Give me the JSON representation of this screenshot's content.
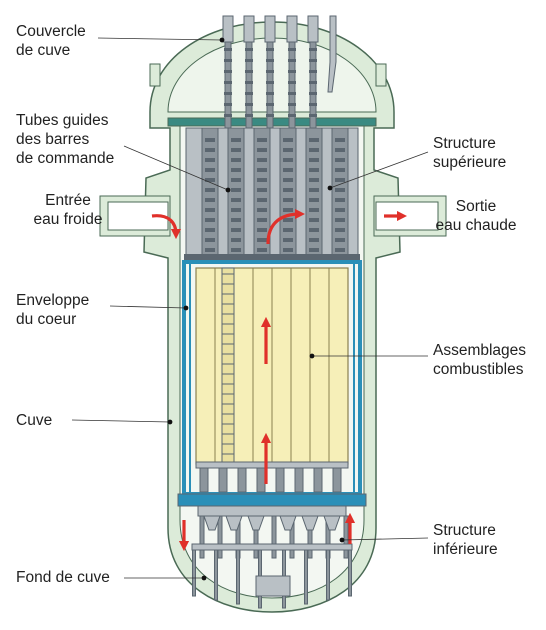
{
  "labels": {
    "couvercle": [
      "Couvercle",
      "de cuve"
    ],
    "tubes": [
      "Tubes guides",
      "des barres",
      "de commande"
    ],
    "entree": [
      "Entrée",
      "eau froide"
    ],
    "enveloppe": [
      "Enveloppe",
      "du coeur"
    ],
    "cuve": [
      "Cuve"
    ],
    "fond": [
      "Fond de cuve"
    ],
    "structure_sup": [
      "Structure",
      "supérieure"
    ],
    "sortie": [
      "Sortie",
      "eau chaude"
    ],
    "assemblages": [
      "Assemblages",
      "combustibles"
    ],
    "structure_inf": [
      "Structure",
      "inférieure"
    ]
  },
  "colors": {
    "vessel_fill": "#dcebd9",
    "vessel_stroke": "#4a6a55",
    "metal_dark": "#5b6670",
    "metal_mid": "#8c959c",
    "metal_light": "#b9c0c5",
    "blue_baffle": "#2a8fb8",
    "fuel": "#f6efb8",
    "fuel_stroke": "#8a8050",
    "arrow": "#e0302a",
    "leader": "#333333"
  }
}
